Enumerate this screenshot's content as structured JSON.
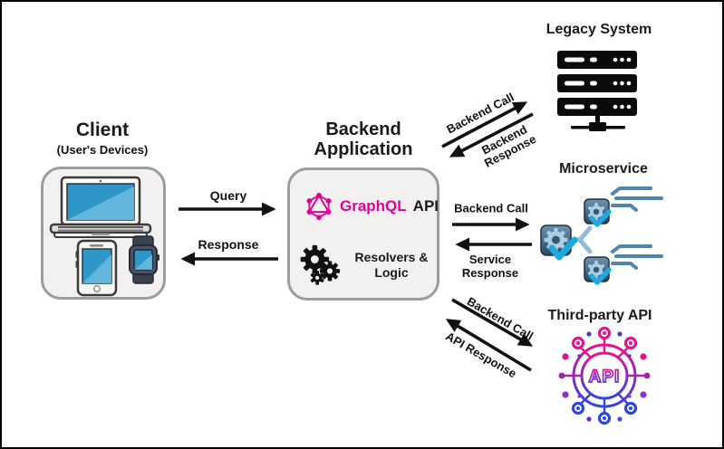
{
  "client": {
    "title": "Client",
    "subtitle": "(User's Devices)"
  },
  "backend": {
    "title": "Backend Application",
    "graphql_label": "GraphQL",
    "api_label": "API",
    "resolvers_label": "Resolvers & Logic"
  },
  "systems": {
    "legacy": {
      "title": "Legacy System"
    },
    "microservice": {
      "title": "Microservice"
    },
    "third_party": {
      "title": "Third-party API",
      "icon_text": "API"
    }
  },
  "arrows": {
    "query": {
      "label": "Query"
    },
    "response": {
      "label": "Response"
    },
    "legacy_call": {
      "label": "Backend Call"
    },
    "legacy_response": {
      "label": "Backend Response"
    },
    "micro_call": {
      "label": "Backend Call"
    },
    "micro_response": {
      "label": "Service Response"
    },
    "api_call": {
      "label": "Backend Call"
    },
    "api_response": {
      "label": "API Response"
    }
  },
  "colors": {
    "graphql_pink": "#E10098",
    "arrow_black": "#111111",
    "box_fill": "#F2F1EF",
    "box_border": "#9C9C9C",
    "device_screen_blue": "#2E96C8",
    "microservice_blue": "#4E86AE",
    "check_cyan": "#1EA9E1",
    "api_gradient_top": "#ED0F8E",
    "api_gradient_bottom": "#2C46E5"
  }
}
